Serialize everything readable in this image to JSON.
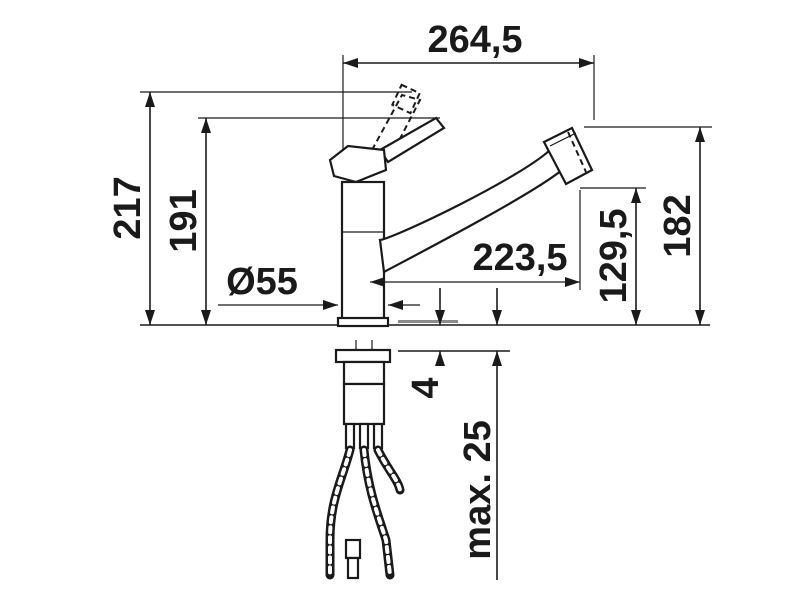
{
  "dimensions": {
    "overall_reach": "264,5",
    "overall_height": "217",
    "body_height": "191",
    "base_diameter": "Ø55",
    "spout_reach": "223,5",
    "spout_height_low": "129,5",
    "spout_height_high": "182",
    "deck_thickness_min": "4",
    "deck_thickness_max": "max. 25"
  },
  "colors": {
    "line": "#1a1a1a",
    "background": "#ffffff"
  }
}
